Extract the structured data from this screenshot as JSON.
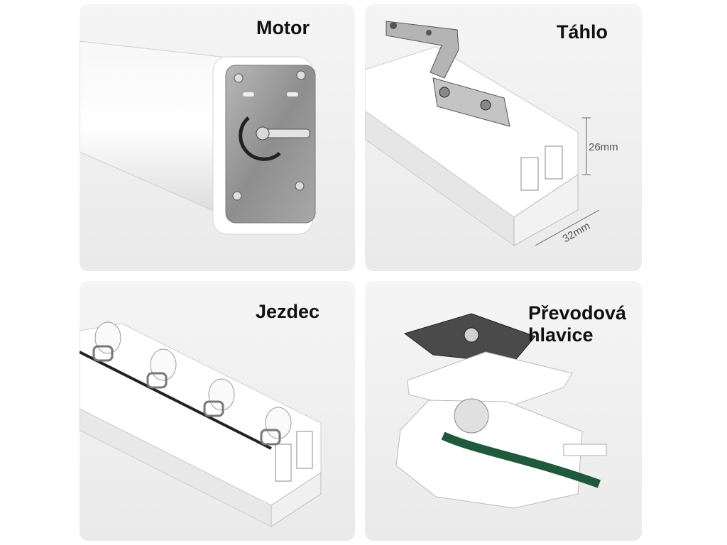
{
  "panels": [
    {
      "label": "Motor"
    },
    {
      "label": "Táhlo",
      "dimensions": {
        "height": "26mm",
        "width": "32mm"
      }
    },
    {
      "label": "Jezdec"
    },
    {
      "label_line1": "Převodová",
      "label_line2": "hlavice"
    }
  ],
  "colors": {
    "belt": "#1f5a3c",
    "metal": "#9a9a9a",
    "plastic": "#ffffff",
    "dark_plate": "#4a4a4a"
  }
}
